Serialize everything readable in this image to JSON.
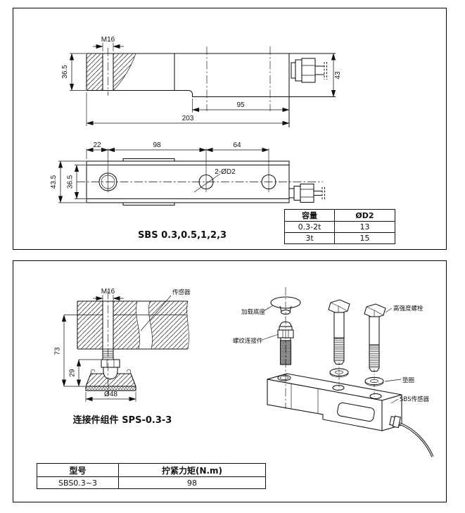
{
  "panel1": {
    "side_view": {
      "thread": "M16",
      "height_left": "36.5",
      "height_right": "43",
      "len_95": "95",
      "len_total": "203"
    },
    "top_view": {
      "off_22": "22",
      "len_98": "98",
      "len_64": "64",
      "height_total": "43.5",
      "height_inner": "36.5",
      "holes": "2-ØD2"
    },
    "model_label": "SBS 0.3,0.5,1,2,3",
    "capacity_table": {
      "headers": [
        "容量",
        "ØD2"
      ],
      "rows": [
        [
          "0.3-2t",
          "13"
        ],
        [
          "3t",
          "15"
        ]
      ]
    }
  },
  "panel2": {
    "foot_view": {
      "thread": "M16",
      "sensor_label": "传感器",
      "h73": "73",
      "h29": "29",
      "dia": "Ø48",
      "caption": "连接件组件 SPS-0.3-3"
    },
    "exploded": {
      "loading_base": "加载底座",
      "threaded_connector": "螺纹连接件",
      "bolt": "高强度螺栓",
      "washer": "垫圈",
      "sensor": "SBS传感器"
    },
    "torque_table": {
      "headers": [
        "型号",
        "拧紧力矩(N.m)"
      ],
      "rows": [
        [
          "SBS0.3~3",
          "98"
        ]
      ]
    }
  },
  "colors": {
    "line": "#111111",
    "background": "#ffffff"
  }
}
